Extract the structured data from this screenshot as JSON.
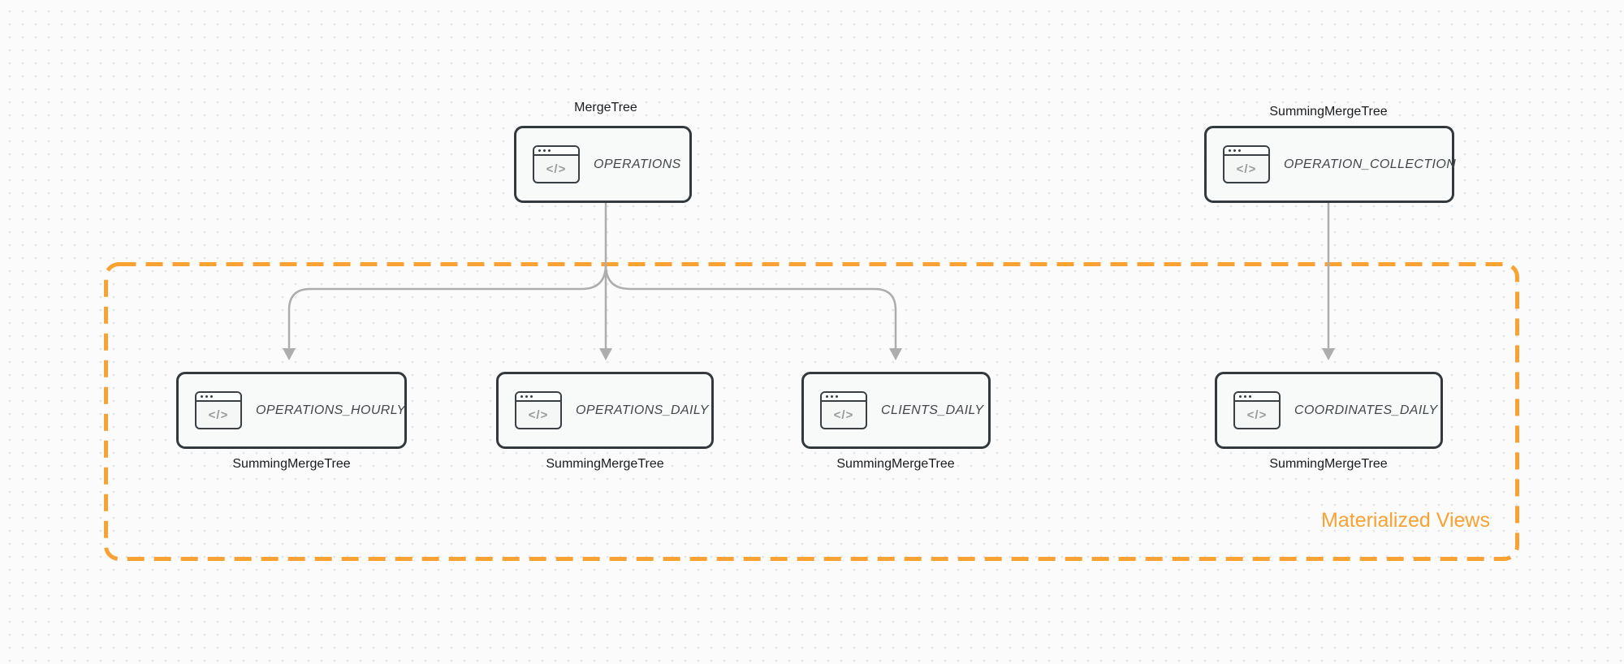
{
  "diagram": {
    "group": {
      "label": "Materialized Views",
      "accent_color": "#F7A233"
    },
    "nodes": {
      "operations": {
        "table": "OPERATIONS",
        "engine": "MergeTree"
      },
      "operation_collection": {
        "table": "OPERATION_COLLECTION",
        "engine": "SummingMergeTree"
      },
      "operations_hourly": {
        "table": "OPERATIONS_HOURLY",
        "engine": "SummingMergeTree"
      },
      "operations_daily": {
        "table": "OPERATIONS_DAILY",
        "engine": "SummingMergeTree"
      },
      "clients_daily": {
        "table": "CLIENTS_DAILY",
        "engine": "SummingMergeTree"
      },
      "coordinates_daily": {
        "table": "COORDINATES_DAILY",
        "engine": "SummingMergeTree"
      }
    },
    "icons": {
      "code_glyph": "</>"
    },
    "colors": {
      "edge": "#ADADAD",
      "node_border": "#33383D",
      "node_fill": "#F8F9F9",
      "background": "#FBFBFC"
    }
  }
}
